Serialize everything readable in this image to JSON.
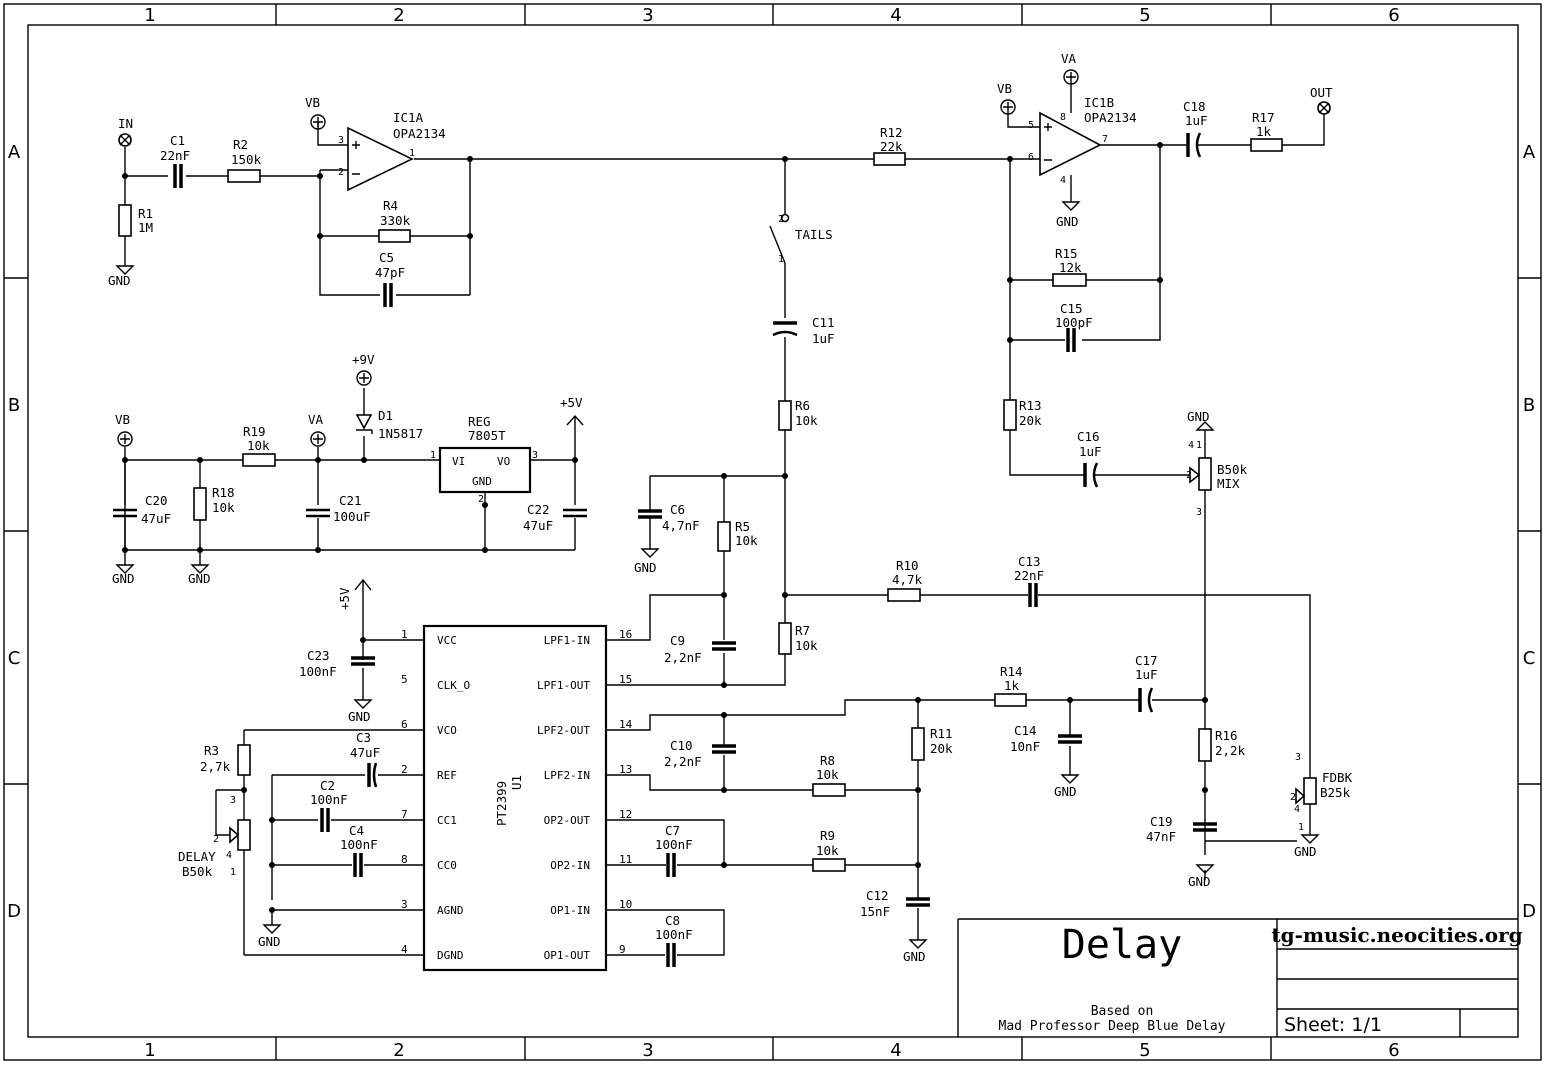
{
  "frame": {
    "columns": [
      "1",
      "2",
      "3",
      "4",
      "5",
      "6"
    ],
    "rows": [
      "A",
      "B",
      "C",
      "D"
    ]
  },
  "title_block": {
    "title": "Delay",
    "website": "tg-music.neocities.org",
    "based_on_1": "Based on",
    "based_on_2": "Mad Professor Deep Blue Delay",
    "sheet": "Sheet: 1/1"
  },
  "connectors": {
    "in": "IN",
    "out": "OUT",
    "vb": "VB",
    "va": "VA",
    "plus9v": "+9V",
    "plus5v": "+5V",
    "gnd": "GND"
  },
  "opamps": {
    "ic1a_ref": "IC1A",
    "ic1a_val": "OPA2134",
    "ic1b_ref": "IC1B",
    "ic1b_val": "OPA2134"
  },
  "switch": {
    "name": "TAILS"
  },
  "regulator": {
    "ref": "REG",
    "value": "7805T",
    "vi": "VI",
    "vo": "VO",
    "gnd": "GND"
  },
  "diode": {
    "ref": "D1",
    "value": "1N5817"
  },
  "ic_u1": {
    "ref": "U1",
    "value": "PT2399",
    "left_pins": [
      "VCC",
      "CLK_O",
      "VCO",
      "REF",
      "CC1",
      "CC0",
      "AGND",
      "DGND"
    ],
    "right_pins": [
      "LPF1-IN",
      "LPF1-OUT",
      "LPF2-OUT",
      "LPF2-IN",
      "OP2-OUT",
      "OP2-IN",
      "OP1-IN",
      "OP1-OUT"
    ],
    "left_nums": [
      "1",
      "5",
      "6",
      "2",
      "7",
      "8",
      "3",
      "4"
    ],
    "right_nums": [
      "16",
      "15",
      "14",
      "13",
      "12",
      "11",
      "10",
      "9"
    ]
  },
  "parts": {
    "C1": [
      "C1",
      "22nF"
    ],
    "R2": [
      "R2",
      "150k"
    ],
    "R1": [
      "R1",
      "1M"
    ],
    "R4": [
      "R4",
      "330k"
    ],
    "C5": [
      "C5",
      "47pF"
    ],
    "R12": [
      "R12",
      "22k"
    ],
    "C18": [
      "C18",
      "1uF"
    ],
    "R17": [
      "R17",
      "1k"
    ],
    "R15": [
      "R15",
      "12k"
    ],
    "C15": [
      "C15",
      "100pF"
    ],
    "C11": [
      "C11",
      "1uF"
    ],
    "R13": [
      "R13",
      "20k"
    ],
    "C16": [
      "C16",
      "1uF"
    ],
    "MIX": [
      "B50k",
      "MIX"
    ],
    "R19": [
      "R19",
      "10k"
    ],
    "C20": [
      "C20",
      "47uF"
    ],
    "R18": [
      "R18",
      "10k"
    ],
    "C21": [
      "C21",
      "100uF"
    ],
    "C22": [
      "C22",
      "47uF"
    ],
    "R6": [
      "R6",
      "10k"
    ],
    "C6": [
      "C6",
      "4,7nF"
    ],
    "R5": [
      "R5",
      "10k"
    ],
    "R10": [
      "R10",
      "4,7k"
    ],
    "C13": [
      "C13",
      "22nF"
    ],
    "C9": [
      "C9",
      "2,2nF"
    ],
    "R7": [
      "R7",
      "10k"
    ],
    "C23": [
      "C23",
      "100nF"
    ],
    "R14": [
      "R14",
      "1k"
    ],
    "C17": [
      "C17",
      "1uF"
    ],
    "C14": [
      "C14",
      "10nF"
    ],
    "R11": [
      "R11",
      "20k"
    ],
    "C10": [
      "C10",
      "2,2nF"
    ],
    "R16": [
      "R16",
      "2,2k"
    ],
    "R8": [
      "R8",
      "10k"
    ],
    "FDBK": [
      "FDBK",
      "B25k"
    ],
    "C19": [
      "C19",
      "47nF"
    ],
    "R3": [
      "R3",
      "2,7k"
    ],
    "C3": [
      "C3",
      "47uF"
    ],
    "C2": [
      "C2",
      "100nF"
    ],
    "C4": [
      "C4",
      "100nF"
    ],
    "C7": [
      "C7",
      "100nF"
    ],
    "R9": [
      "R9",
      "10k"
    ],
    "C12": [
      "C12",
      "15nF"
    ],
    "C8": [
      "C8",
      "100nF"
    ],
    "DELAY": [
      "DELAY",
      "B50k"
    ]
  }
}
